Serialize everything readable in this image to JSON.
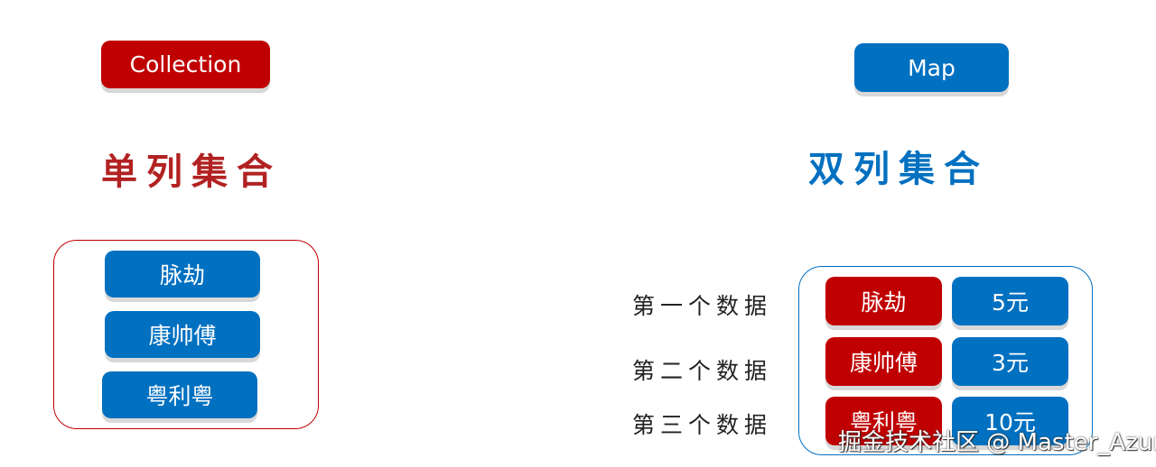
{
  "left": {
    "badge": "Collection",
    "title": "单列集合",
    "items": [
      "脉劫",
      "康帅傅",
      "粤利粤"
    ]
  },
  "right": {
    "badge": "Map",
    "title": "双列集合",
    "rows": [
      {
        "label": "第一个数据",
        "key": "脉劫",
        "value": "5元"
      },
      {
        "label": "第二个数据",
        "key": "康帅傅",
        "value": "3元"
      },
      {
        "label": "第三个数据",
        "key": "粤利粤",
        "value": "10元"
      }
    ]
  },
  "watermark": "掘金技术社区 @ Master_Azur",
  "colors": {
    "red": "#c00000",
    "blue": "#0070c0"
  }
}
